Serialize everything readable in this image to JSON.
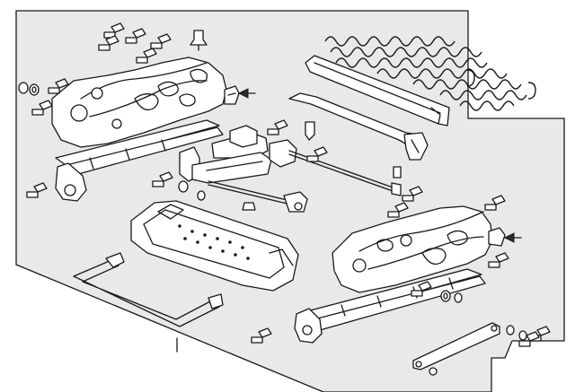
{
  "diagram": {
    "type": "exploded-parts-view",
    "colors": {
      "line": "#1a1a1a",
      "panel": "#e9e9e9",
      "background": "#ffffff"
    },
    "callout_arrows": 2,
    "leader_lines": 1
  }
}
